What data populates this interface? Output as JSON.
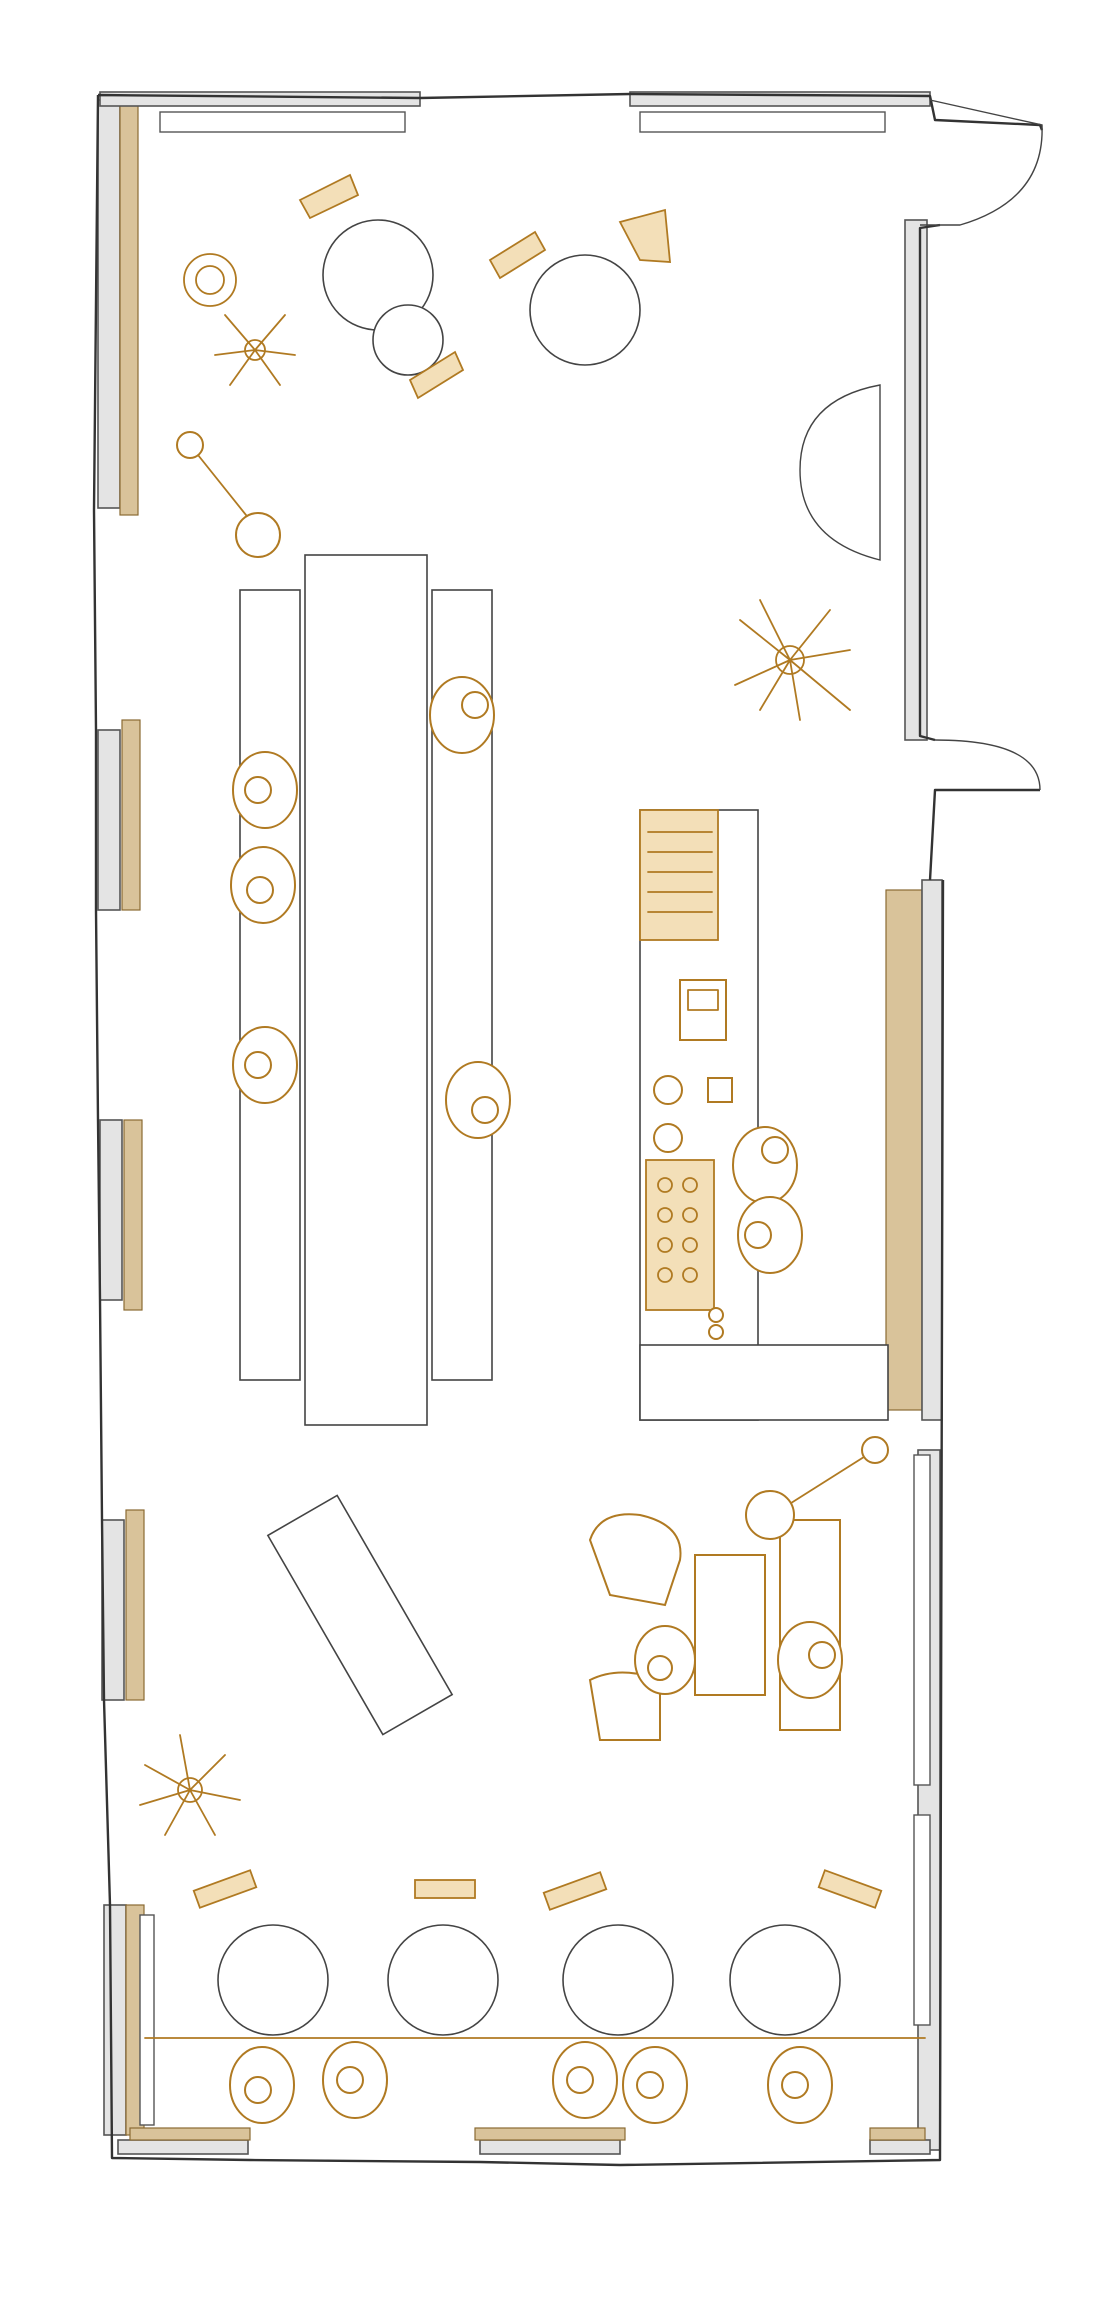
{
  "diagram": {
    "kind": "cafe floor plan",
    "colors": {
      "wall": "#e4e4e4",
      "trim": "#d9c39a",
      "furniture_outline": "#444444",
      "people_and_plants": "#b07a22"
    },
    "counts": {
      "round_tables": 8,
      "plants": 4,
      "floor_lamps": 2
    }
  }
}
